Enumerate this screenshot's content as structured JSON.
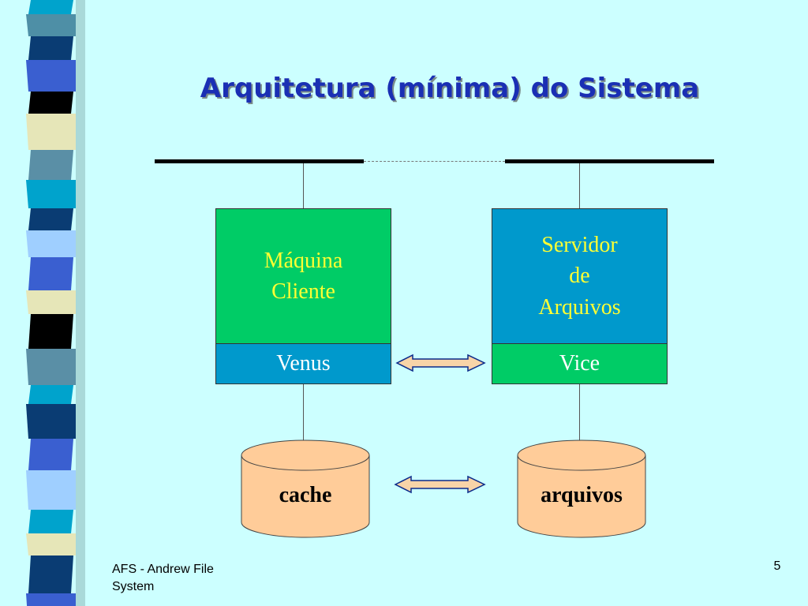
{
  "slide": {
    "title": "Arquitetura (mínima) do Sistema"
  },
  "diagram": {
    "client": {
      "label_line1": "Máquina",
      "label_line2": "Cliente",
      "module": "Venus",
      "storage": "cache"
    },
    "server": {
      "label_line1": "Servidor",
      "label_line2": "de",
      "label_line3": "Arquivos",
      "module": "Vice",
      "storage": "arquivos"
    },
    "colors": {
      "green": "#00cc66",
      "blue": "#0099cc",
      "cylinder": "#ffcc99",
      "arrow": "#f8d4a8",
      "title": "#1a2fb4",
      "background": "#ccffff"
    }
  },
  "footer": {
    "left_line1": "AFS - Andrew File",
    "left_line2": "System",
    "page_number": "5"
  }
}
